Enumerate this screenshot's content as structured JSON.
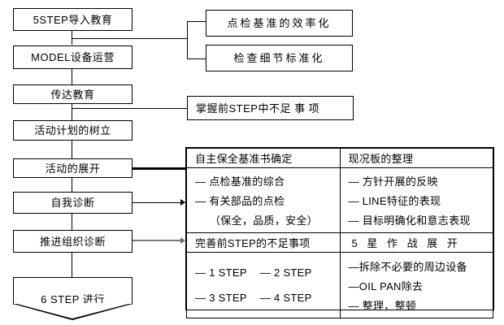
{
  "diagram": {
    "title": "5STEP TPM flow",
    "line_color": "#000000",
    "accent_gray": "#6e6e6e",
    "box_fill": "#ffffff"
  },
  "flow_steps": [
    {
      "id": "step1",
      "label": "5STEP导入教育"
    },
    {
      "id": "step2",
      "label": "MODEL设备运营"
    },
    {
      "id": "step3",
      "label": "传达教育"
    },
    {
      "id": "step4",
      "label": "活动计划的树立"
    },
    {
      "id": "step5",
      "label": "活动的展开"
    },
    {
      "id": "step6",
      "label": "自我诊断"
    },
    {
      "id": "step7",
      "label": "推进组织诊断"
    },
    {
      "id": "step8",
      "label": "6 STEP 进行"
    }
  ],
  "branch_boxes": [
    {
      "id": "b1",
      "label": "点检基准的效率化"
    },
    {
      "id": "b2",
      "label": "检查细节标准化"
    },
    {
      "id": "b3",
      "label": "掌握前STEP中不足 事 项"
    }
  ],
  "detail_table": {
    "rows": [
      {
        "headers": [
          "自主保全基准书确定",
          "现况板的整理"
        ],
        "left_items": [
          "— 点检基准的综合",
          "— 有关部品的点检",
          "（保全，品质，安全）"
        ],
        "right_items": [
          "— 方针开展的反映",
          "— LINE特征的表现",
          "— 目标明确化和意志表现"
        ]
      },
      {
        "headers": [
          "完善前STEP的不足事项",
          "5 星 作 战 展 开"
        ],
        "left_pairs": [
          [
            "— 1 STEP",
            "— 2 STEP"
          ],
          [
            "— 3 STEP",
            "— 4 STEP"
          ]
        ],
        "right_items": [
          "—拆除不必要的周边设备",
          "—OIL PAN除去",
          "— 整理，整顿"
        ]
      }
    ]
  }
}
